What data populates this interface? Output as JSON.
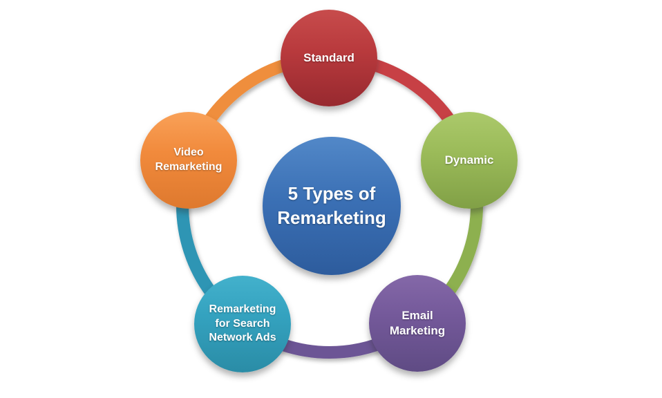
{
  "diagram": {
    "title": "5 Types of Remarketing",
    "type": "cycle-diagram",
    "center": {
      "label": "5 Types of\nRemarketing",
      "color": "#3b70b5"
    },
    "nodes": {
      "standard": {
        "label": "Standard",
        "color": "#b93a3d"
      },
      "dynamic": {
        "label": "Dynamic",
        "color": "#9bbb59"
      },
      "email": {
        "label": "Email\nMarketing",
        "color": "#74599a"
      },
      "search": {
        "label": "Remarketing\nfor Search\nNetwork Ads",
        "color": "#34a2bf"
      },
      "video": {
        "label": "Video\nRemarketing",
        "color": "#f18a3c"
      }
    },
    "connectors": {
      "video_to_standard": {
        "color": "#ef8e3c"
      },
      "standard_to_dynamic": {
        "color": "#c74145"
      },
      "dynamic_to_email": {
        "color": "#8db050"
      },
      "email_to_search": {
        "color": "#6c5595"
      },
      "search_to_video": {
        "color": "#2e95b4"
      }
    }
  }
}
